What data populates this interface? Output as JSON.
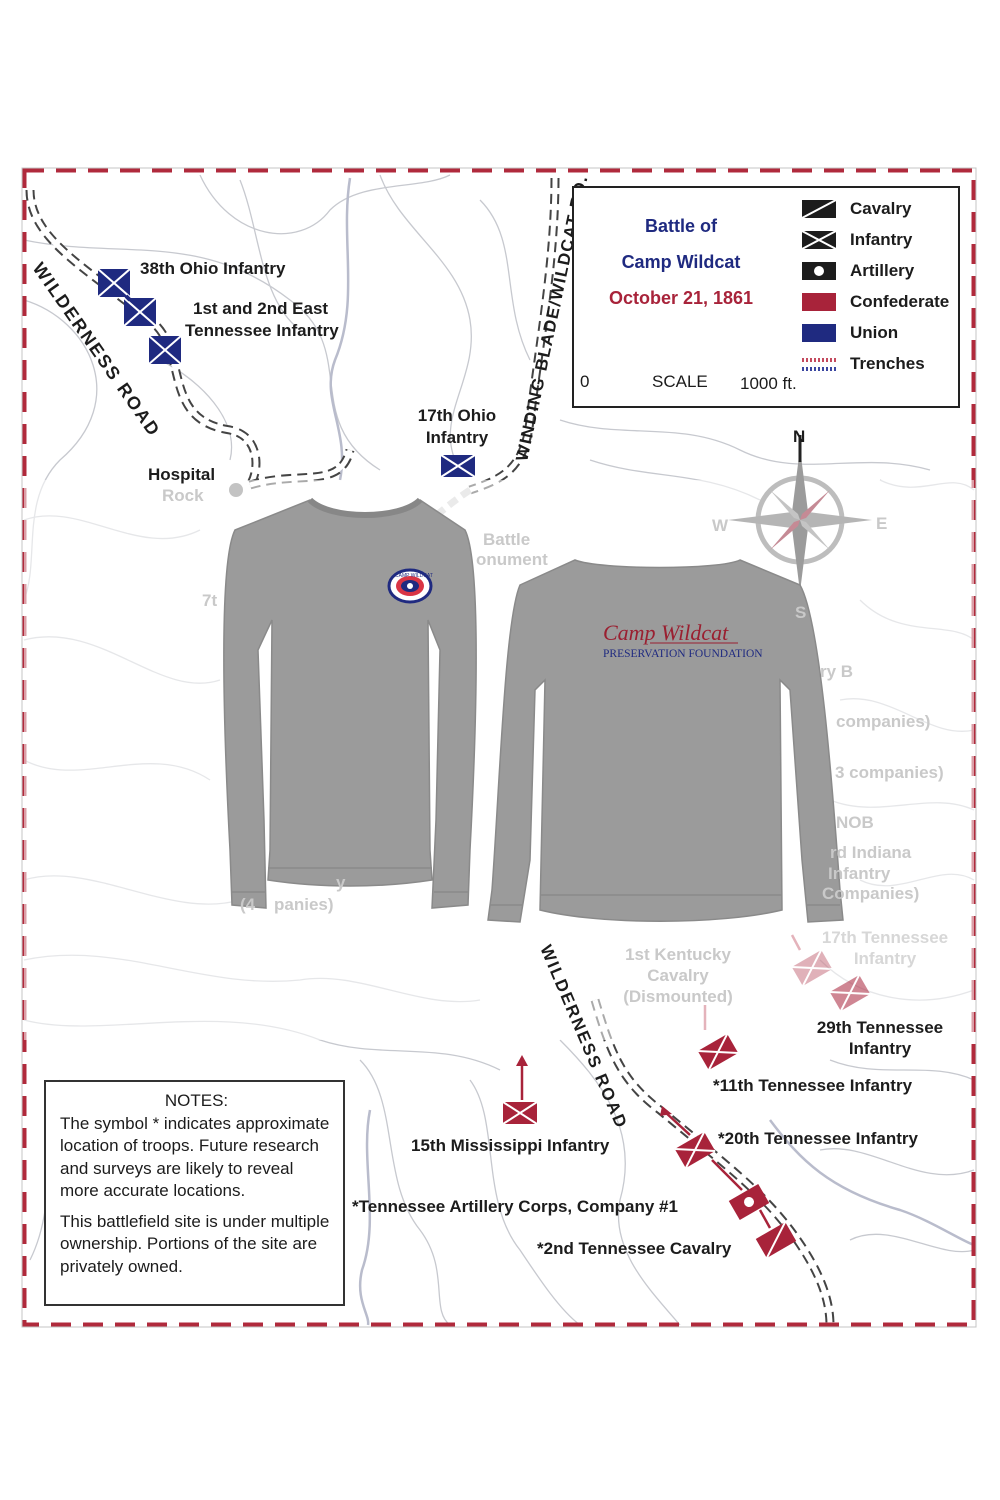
{
  "legend": {
    "title_line1": "Battle of",
    "title_line2": "Camp Wildcat",
    "date": "October 21, 1861",
    "items": [
      {
        "label": "Cavalry",
        "icon": "cavalry-icon"
      },
      {
        "label": "Infantry",
        "icon": "infantry-icon"
      },
      {
        "label": "Artillery",
        "icon": "artillery-icon"
      },
      {
        "label": "Confederate",
        "icon": "confederate-swatch",
        "color": "#a8233a"
      },
      {
        "label": "Union",
        "icon": "union-swatch",
        "color": "#1f2a80"
      },
      {
        "label": "Trenches",
        "icon": "trenches-icon"
      }
    ],
    "scale": {
      "start": "0",
      "label": "SCALE",
      "end": "1000 ft."
    }
  },
  "compass": {
    "n": "N",
    "s": "S",
    "e": "E",
    "w": "W"
  },
  "roads": {
    "wilderness_road_north": "WILDERNESS ROAD",
    "winding_blade": "WINDING BLADE/WILDCAT RD.",
    "wilderness_road_south": "WILDERNESS ROAD"
  },
  "union_units": {
    "ohio38": "38th Ohio Infantry",
    "east_tn_line1": "1st and 2nd East",
    "east_tn_line2": "Tennessee Infantry",
    "ohio17_line1": "17th Ohio",
    "ohio17_line2": "Infantry"
  },
  "places": {
    "hospital": "Hospital",
    "rock": "Rock",
    "battle": "Battle",
    "monument": "onument",
    "seventh": "7t",
    "knob": "NOB",
    "ry_b": "ry B"
  },
  "faded_units": {
    "companies_a": "companies)",
    "companies_b": "3 companies)",
    "indiana_line1": "rd Indiana",
    "indiana_line2": "Infantry",
    "indiana_line3": "Companies)",
    "left_line1": "y",
    "left_line2": "(4    panies)",
    "kentucky_line1": "1st Kentucky",
    "kentucky_line2": "Cavalry",
    "kentucky_line3": "(Dismounted)",
    "tn17_line1": "17th Tennessee",
    "tn17_line2": "Infantry"
  },
  "confederate_units": {
    "tn29_line1": "29th Tennessee",
    "tn29_line2": "Infantry",
    "tn11": "*11th Tennessee Infantry",
    "tn20": "*20th Tennessee Infantry",
    "ms15": "15th Mississippi Infantry",
    "artillery": "*Tennessee Artillery Corps, Company #1",
    "cav2": "*2nd Tennessee Cavalry"
  },
  "notes": {
    "heading": "NOTES:",
    "para1": "The symbol * indicates approximate location of troops. Future research and surveys are likely to reveal more accurate locations.",
    "para2": "This battlefield site is under multiple ownership. Portions of the site are privately owned."
  },
  "shirts": {
    "back_logo_script": "Camp Wildcat",
    "back_logo_sub": "PRESERVATION FOUNDATION",
    "front_logo_text": "CAMP WILDCAT"
  },
  "colors": {
    "confederate": "#a8233a",
    "union": "#1f2a80",
    "shirt": "#9a9a9a",
    "border_red": "#b02a3c"
  }
}
